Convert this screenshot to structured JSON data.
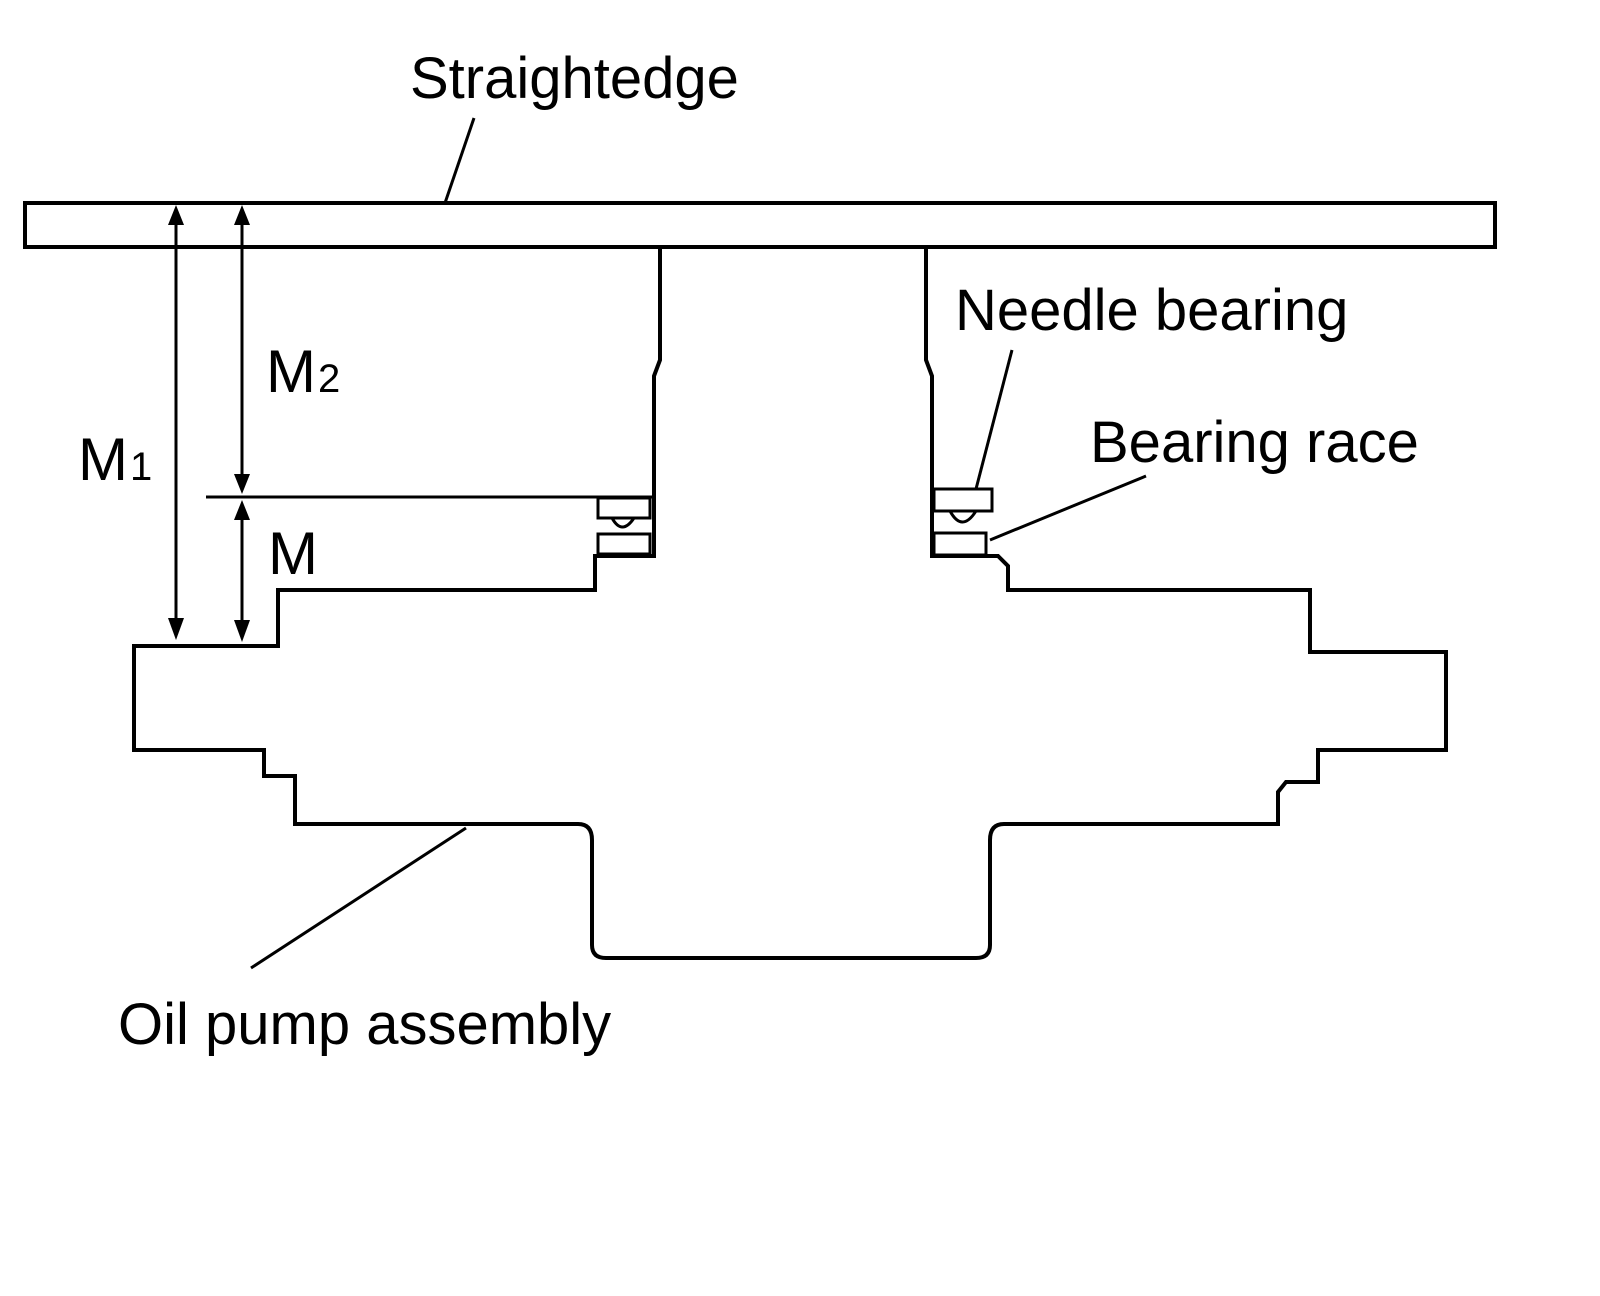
{
  "labels": {
    "straightedge": "Straightedge",
    "needle_bearing": "Needle bearing",
    "bearing_race": "Bearing race",
    "oil_pump_assembly": "Oil pump assembly"
  },
  "dimensions": {
    "m1_letter": "M",
    "m1_subscript": "1",
    "m2_letter": "M",
    "m2_subscript": "2",
    "m_letter": "M"
  },
  "colors": {
    "line": "#000000",
    "background": "#ffffff"
  }
}
